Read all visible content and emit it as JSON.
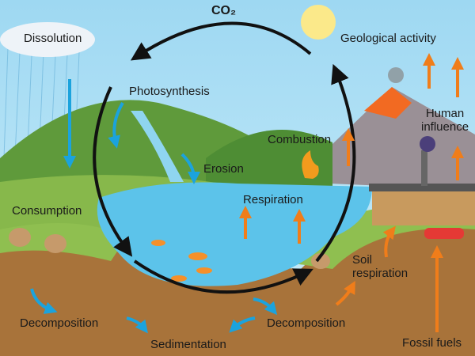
{
  "title": "CO₂",
  "labels": {
    "dissolution": "Dissolution",
    "geological_activity": "Geological activity",
    "photosynthesis": "Photosynthesis",
    "human_influence_1": "Human",
    "human_influence_2": "influence",
    "combustion": "Combustion",
    "erosion": "Erosion",
    "respiration": "Respiration",
    "consumption": "Consumption",
    "soil_respiration_1": "Soil",
    "soil_respiration_2": "respiration",
    "decomposition_left": "Decomposition",
    "decomposition_right": "Decomposition",
    "sedimentation": "Sedimentation",
    "fossil_fuels": "Fossil fuels"
  },
  "colors": {
    "sky": "#a9dcf2",
    "water": "#5cc3ea",
    "ground": "#a8733a",
    "grass": "#7fb646",
    "cycle_arrow": "#111111",
    "blue_arrow": "#1ba3dd",
    "orange_arrow": "#f07d1a"
  }
}
